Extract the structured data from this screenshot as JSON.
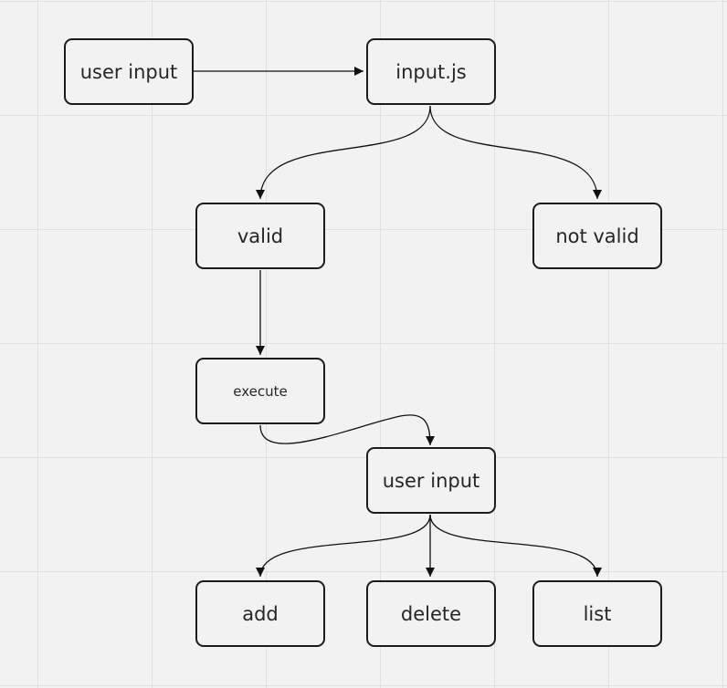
{
  "diagram": {
    "nodes": {
      "user_input_start": "user input",
      "input_js": "input.js",
      "valid": "valid",
      "not_valid": "not valid",
      "execute": "execute",
      "user_input_second": "user input",
      "add": "add",
      "delete": "delete",
      "list": "list"
    }
  },
  "colors": {
    "background": "#f2f2f2",
    "grid": "#e0e0e0",
    "stroke": "#1b1b1b",
    "text": "#262626"
  }
}
